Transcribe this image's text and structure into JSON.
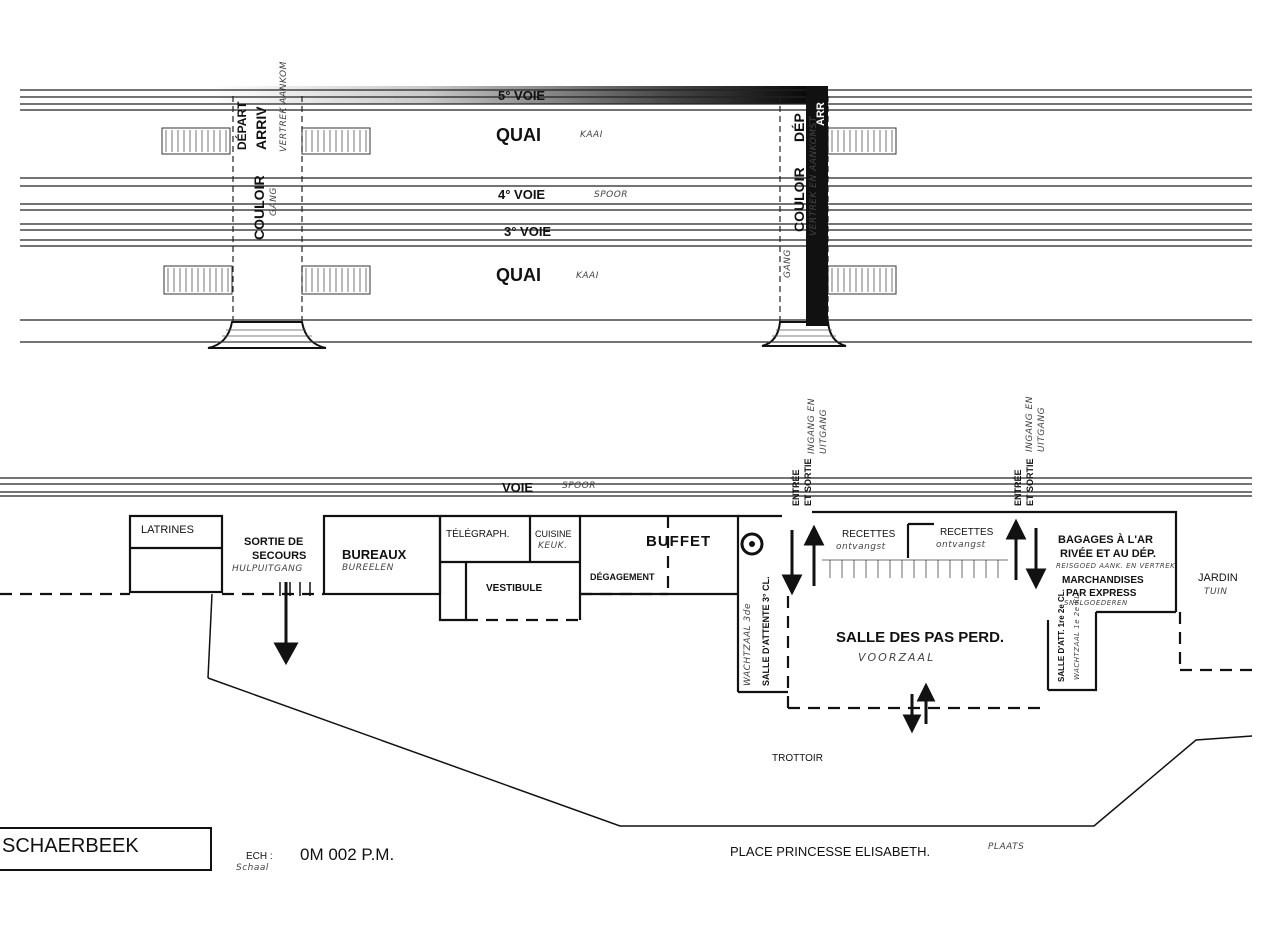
{
  "tracks": {
    "voie5": "5° VOIE",
    "voie4": "4° VOIE",
    "voie4_nl": "SPOOR",
    "voie3": "3° VOIE",
    "quai": "QUAI",
    "quai_nl": "KAAI",
    "voie": "VOIE",
    "voie_nl": "SPOOR"
  },
  "corridors": {
    "west_main": "COULOIR",
    "west_sub_nl": "GANG",
    "west_depart": "DÉPART",
    "west_arrive": "ARRIV",
    "west_nl": "VERTREK AANKOM",
    "east_main": "COULOIR",
    "east_depart": "DÉP",
    "east_arr": "ARR",
    "east_sub_nl": "GANG",
    "east_nl": "VERTREK EN AANKOMST"
  },
  "rooms": {
    "latrines": "LATRINES",
    "sortie_1": "SORTIE DE",
    "sortie_2": "SECOURS",
    "sortie_nl": "HULPUITGANG",
    "bureaux": "BUREAUX",
    "bureaux_nl": "BUREELEN",
    "telegraph": "TÉLÉGRAPH.",
    "cuisine": "CUISINE",
    "cuisine_nl": "KEUK.",
    "vestibule": "VESTIBULE",
    "degagement": "DÉGAGEMENT",
    "buffet": "BUFFET",
    "attente_3": "SALLE D'ATTENTE 3° CL.",
    "attente_3_nl": "WACHTZAAL 3de",
    "recettes_a": "RECETTES",
    "recettes_a_nl": "ontvangst",
    "recettes_b": "RECETTES",
    "recettes_b_nl": "ontvangst",
    "entree_1a": "ENTRÉE",
    "entree_1b": "ET SORTIE",
    "entree_1_nl_a": "INGANG EN",
    "entree_1_nl_b": "UITGANG",
    "entree_2a": "ENTRÉE",
    "entree_2b": "ET SORTIE",
    "entree_2_nl_a": "INGANG EN",
    "entree_2_nl_b": "UITGANG",
    "bagages_1": "BAGAGES À L'AR",
    "bagages_2": "RIVÉE ET AU DÉP.",
    "bagages_nl": "REISGOED AANK. EN VERTREK",
    "march_1": "MARCHANDISES",
    "march_2": "PAR EXPRESS",
    "march_nl": "SNELGOEDEREN",
    "jardin": "JARDIN",
    "jardin_nl": "TUIN",
    "salle_pas": "SALLE DES PAS PERD.",
    "salle_pas_nl": "VOORZAAL",
    "attente_12": "SALLE D'ATT. 1re 2e CL.",
    "attente_12_nl": "WACHTZAAL 1e 2e KL.",
    "trottoir": "TROTTOIR"
  },
  "footer": {
    "station": "SCHAERBEEK",
    "scale_prefix": "ECH :",
    "scale_value": "0M 002 P.M.",
    "scale_nl": "Schaal",
    "place": "PLACE PRINCESSE ELISABETH.",
    "place_nl": "PLAATS"
  }
}
